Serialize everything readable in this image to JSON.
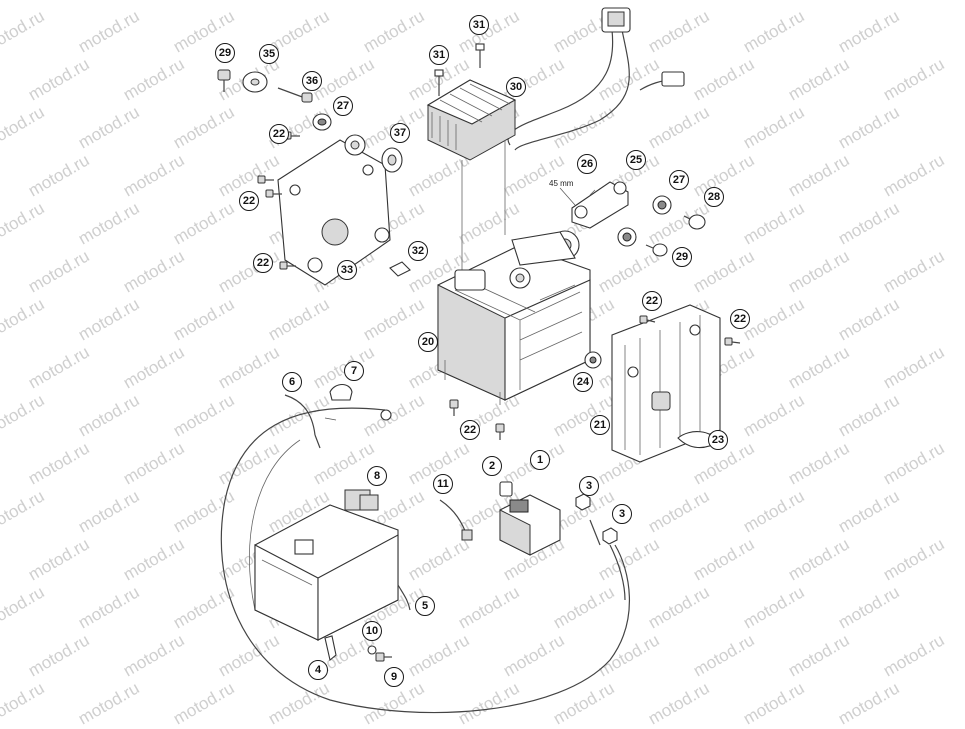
{
  "watermark": "motod.ru",
  "dimension_label": "45 mm",
  "callouts": [
    {
      "id": "29a",
      "label": "29"
    },
    {
      "id": "35",
      "label": "35"
    },
    {
      "id": "36",
      "label": "36"
    },
    {
      "id": "27a",
      "label": "27"
    },
    {
      "id": "22a",
      "label": "22"
    },
    {
      "id": "37",
      "label": "37"
    },
    {
      "id": "22b",
      "label": "22"
    },
    {
      "id": "22c",
      "label": "22"
    },
    {
      "id": "33",
      "label": "33"
    },
    {
      "id": "32",
      "label": "32"
    },
    {
      "id": "31a",
      "label": "31"
    },
    {
      "id": "31b",
      "label": "31"
    },
    {
      "id": "30",
      "label": "30"
    },
    {
      "id": "26",
      "label": "26"
    },
    {
      "id": "25",
      "label": "25"
    },
    {
      "id": "27b",
      "label": "27"
    },
    {
      "id": "28",
      "label": "28"
    },
    {
      "id": "29b",
      "label": "29"
    },
    {
      "id": "20",
      "label": "20"
    },
    {
      "id": "22d",
      "label": "22"
    },
    {
      "id": "22e",
      "label": "22"
    },
    {
      "id": "24",
      "label": "24"
    },
    {
      "id": "21",
      "label": "21"
    },
    {
      "id": "23",
      "label": "23"
    },
    {
      "id": "22f",
      "label": "22"
    },
    {
      "id": "6",
      "label": "6"
    },
    {
      "id": "7",
      "label": "7"
    },
    {
      "id": "8",
      "label": "8"
    },
    {
      "id": "11",
      "label": "11"
    },
    {
      "id": "2",
      "label": "2"
    },
    {
      "id": "1",
      "label": "1"
    },
    {
      "id": "3a",
      "label": "3"
    },
    {
      "id": "3b",
      "label": "3"
    },
    {
      "id": "5",
      "label": "5"
    },
    {
      "id": "10",
      "label": "10"
    },
    {
      "id": "4",
      "label": "4"
    },
    {
      "id": "9",
      "label": "9"
    }
  ]
}
